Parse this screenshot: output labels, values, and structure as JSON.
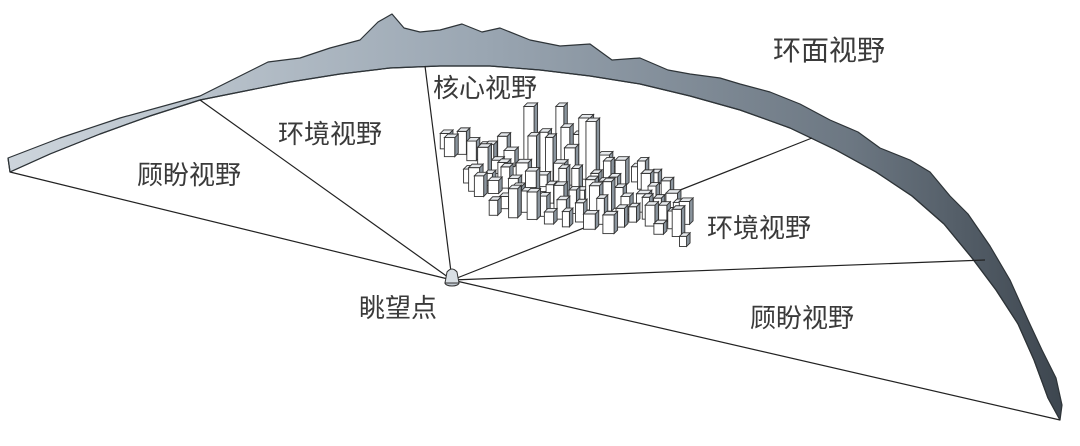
{
  "labels": {
    "panorama": "环面视野",
    "core": "核心视野",
    "environment_left": "环境视野",
    "environment_right": "环境视野",
    "glance_left": "顾盼视野",
    "glance_right": "顾盼视野",
    "viewpoint": "眺望点"
  },
  "colors": {
    "ridge_light": "#dde3e8",
    "ridge_mid": "#9aa6b2",
    "ridge_dark": "#4a545e",
    "line": "#222222",
    "text": "#3a3a3a"
  }
}
